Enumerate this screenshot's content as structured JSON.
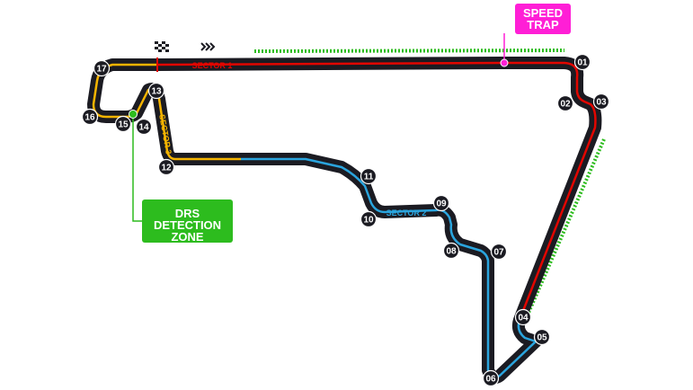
{
  "colors": {
    "track": "#1b1b22",
    "sector1": "#e10600",
    "sector2": "#2aa4dd",
    "sector3": "#f5b400",
    "drs": "#2dbc1e",
    "speed_trap": "#ff1fd6"
  },
  "sectors": [
    {
      "label": "SECTOR 1",
      "color": "#e10600"
    },
    {
      "label": "SECTOR 2",
      "color": "#2aa4dd"
    },
    {
      "label": "SECTOR 3",
      "color": "#f5b400"
    }
  ],
  "turns": [
    "01",
    "02",
    "03",
    "04",
    "05",
    "06",
    "07",
    "08",
    "09",
    "10",
    "11",
    "12",
    "13",
    "14",
    "15",
    "16",
    "17"
  ],
  "callouts": {
    "speed_trap": {
      "line1": "SPEED",
      "line2": "TRAP"
    },
    "drs_detection": {
      "line1": "DRS",
      "line2": "DETECTION",
      "line3": "ZONE"
    }
  },
  "icons": [
    "chequered-flag-icon",
    "direction-chevrons-icon"
  ]
}
